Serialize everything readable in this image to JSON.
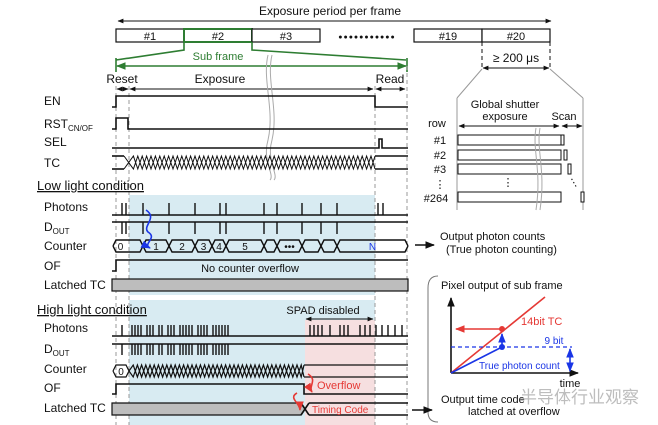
{
  "colors": {
    "subframe_green": "#2e7d32",
    "exposure_shade": "#d8ebf2",
    "spad_disabled_shade": "#f6dfe0",
    "latched_tc_fill": "#bdbdbd",
    "red_accent": "#e53935",
    "blue_accent": "#1a35e6"
  },
  "top": {
    "exposure_period_label": "Exposure period per frame",
    "frames": [
      "#1",
      "#2",
      "#3",
      "#19",
      "#20"
    ],
    "dots": "●●●●●●●●●●●",
    "subframe_label": "Sub frame",
    "min_duration_label": "≥ 200 μs",
    "phases": {
      "reset": "Reset",
      "exposure": "Exposure",
      "read": "Read"
    }
  },
  "control_signals": {
    "labels": [
      "EN",
      "RST",
      "SEL",
      "TC"
    ],
    "rst_subscript": "CN/OF"
  },
  "global_shutter": {
    "title_line1": "Global shutter",
    "title_line2": "exposure",
    "scan_label": "Scan",
    "row_header": "row",
    "rows": [
      "#1",
      "#2",
      "#3",
      "⋮",
      "#264"
    ]
  },
  "low_light": {
    "title": "Low light condition",
    "labels": [
      "Photons",
      "D",
      "Counter",
      "OF",
      "Latched TC"
    ],
    "dout_subscript": "OUT",
    "counter_values": [
      "0",
      "1",
      "2",
      "3",
      "4",
      "5",
      "•••",
      "",
      "",
      "N"
    ],
    "note": "No counter overflow",
    "output_line1": "Output photon counts",
    "output_line2": "(True photon counting)"
  },
  "high_light": {
    "title": "High light condition",
    "labels": [
      "Photons",
      "D",
      "Counter",
      "OF",
      "Latched TC"
    ],
    "dout_subscript": "OUT",
    "counter_start": "0",
    "spad_disabled_label": "SPAD disabled",
    "overflow_label": "Overflow",
    "timing_code_label": "Timing Code",
    "output_line1": "Output time code",
    "output_line2": "latched at overflow"
  },
  "inset_chart": {
    "title": "Pixel output of sub frame",
    "x_label": "time",
    "tc_label": "14bit TC",
    "bit_label": "9 bit",
    "count_label": "True photon count"
  },
  "watermark": "半导体行业观察"
}
